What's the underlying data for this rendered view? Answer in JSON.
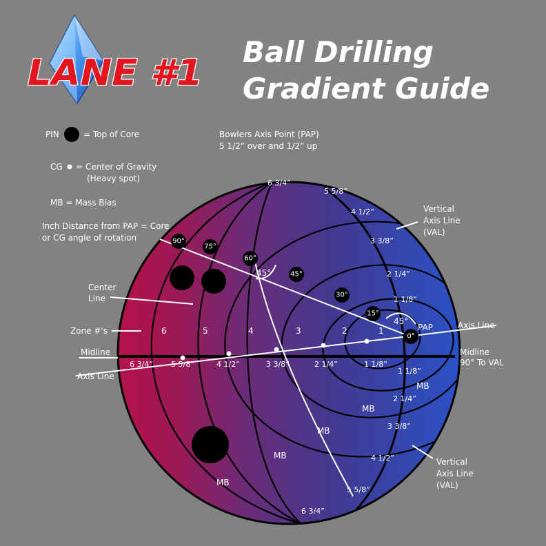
{
  "logo": {
    "text": "LANE #1"
  },
  "title": {
    "line1": "Ball Drilling",
    "line2": "Gradient Guide"
  },
  "legend": {
    "pin": {
      "label": "PIN",
      "desc": "= Top of  Core"
    },
    "cg": {
      "label": "CG",
      "desc": "= Center of Gravity",
      "desc2": "(Heavy spot)"
    },
    "mb": {
      "desc": "MB = Mass Bias"
    },
    "inch": {
      "line1": "Inch Distance from PAP = Core",
      "line2": "or CG angle of rotation"
    }
  },
  "pap_note": {
    "line1": "Bowlers Axis Point (PAP)",
    "line2": "5 1/2” over and 1/2” up"
  },
  "side_labels": {
    "center_line": [
      "Center",
      "Line"
    ],
    "zone": "Zone #'s",
    "midline_left": "Midline",
    "axis_left": "Axis Line",
    "axis_right": "Axis Line",
    "midline_right": "Midline",
    "midline_right2": "90° To VAL",
    "val_top": [
      "Vertical",
      "Axis Line",
      "(VAL)"
    ],
    "val_bottom": [
      "Vertical",
      "Axis Line",
      "(VAL)"
    ]
  },
  "angles": {
    "a90": "90°",
    "a75": "75°",
    "a60": "60°",
    "a45": "45°",
    "a30": "30°",
    "a15": "15°",
    "a0": "0°",
    "arc_left": "45°",
    "arc_right": "45°"
  },
  "zones": [
    "6",
    "5",
    "4",
    "3",
    "2",
    "1"
  ],
  "pap_label": "PAP",
  "mid_distances": [
    "6 3/4”",
    "5 5/8”",
    "4 1/2”",
    "3 3/8”",
    "2 1/4”",
    "1 1/8”"
  ],
  "top_distances": [
    "6 3/4”",
    "5 5/8”",
    "4 1/2”",
    "3 3/8”",
    "2 1/4”",
    "1 1/8”"
  ],
  "bottom_distances": [
    "1 1/8”",
    "2 1/4”",
    "3 3/8”",
    "4 1/2”",
    "5 5/8”",
    "6 3/4”"
  ],
  "mb_labels": [
    "MB",
    "MB",
    "MB",
    "MB",
    "MB"
  ],
  "colors": {
    "background": "#828282",
    "ball_left": "#b1124a",
    "ball_right": "#2b50c4",
    "logo_red": "#e3161f",
    "gem": "#3b8be8"
  }
}
